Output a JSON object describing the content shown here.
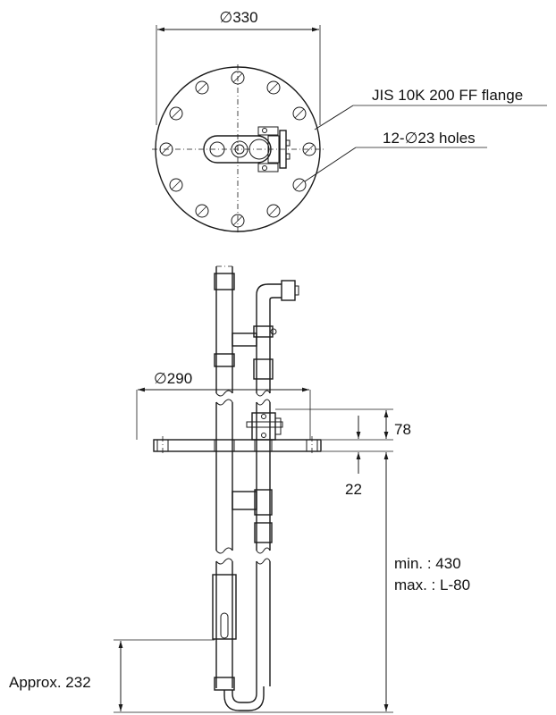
{
  "top_view": {
    "outer_diameter": "∅330",
    "flange_label": "JIS 10K 200 FF flange",
    "holes_label": "12-∅23 holes"
  },
  "side_view": {
    "flange_diameter": "∅290",
    "dim_78": "78",
    "dim_22": "22",
    "insertion_min": "min.  : 430",
    "insertion_max": "max. : L-80",
    "approx": "Approx. 232"
  }
}
